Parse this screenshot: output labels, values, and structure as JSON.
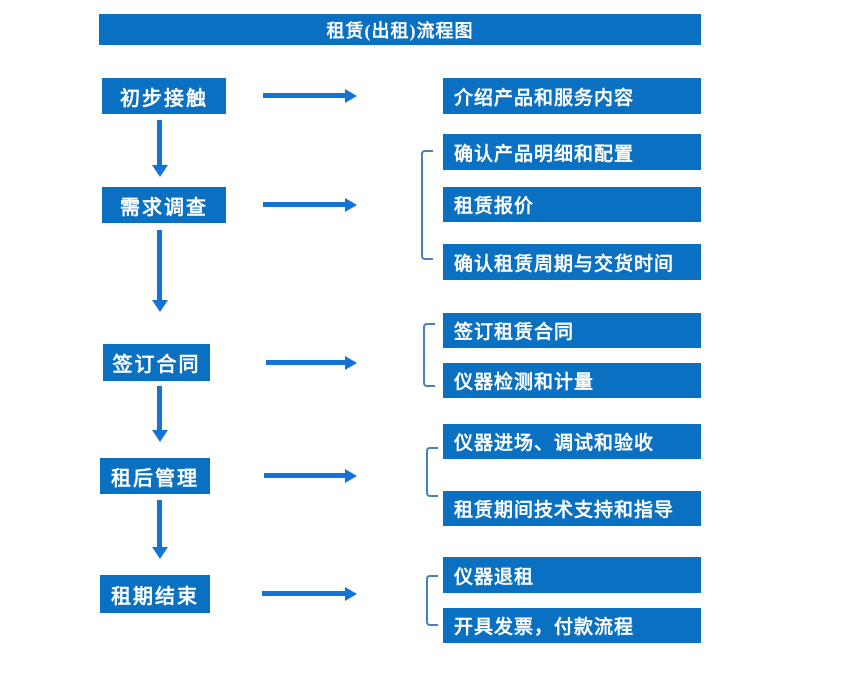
{
  "title": "租赁(出租)流程图",
  "colors": {
    "box_blue": "#0a70c2",
    "arrow_blue": "#1373d6",
    "bracket_blue": "#4a7ebf",
    "text_white": "#ffffff"
  },
  "stages": [
    {
      "label": "初步接触",
      "outputs": [
        "介绍产品和服务内容"
      ]
    },
    {
      "label": "需求调查",
      "outputs": [
        "确认产品明细和配置",
        "租赁报价",
        "确认租赁周期与交货时间"
      ]
    },
    {
      "label": "签订合同",
      "outputs": [
        "签订租赁合同",
        "仪器检测和计量"
      ]
    },
    {
      "label": "租后管理",
      "outputs": [
        "仪器进场、调试和验收",
        "租赁期间技术支持和指导"
      ]
    },
    {
      "label": "租期结束",
      "outputs": [
        "仪器退租",
        "开具发票，付款流程"
      ]
    }
  ]
}
